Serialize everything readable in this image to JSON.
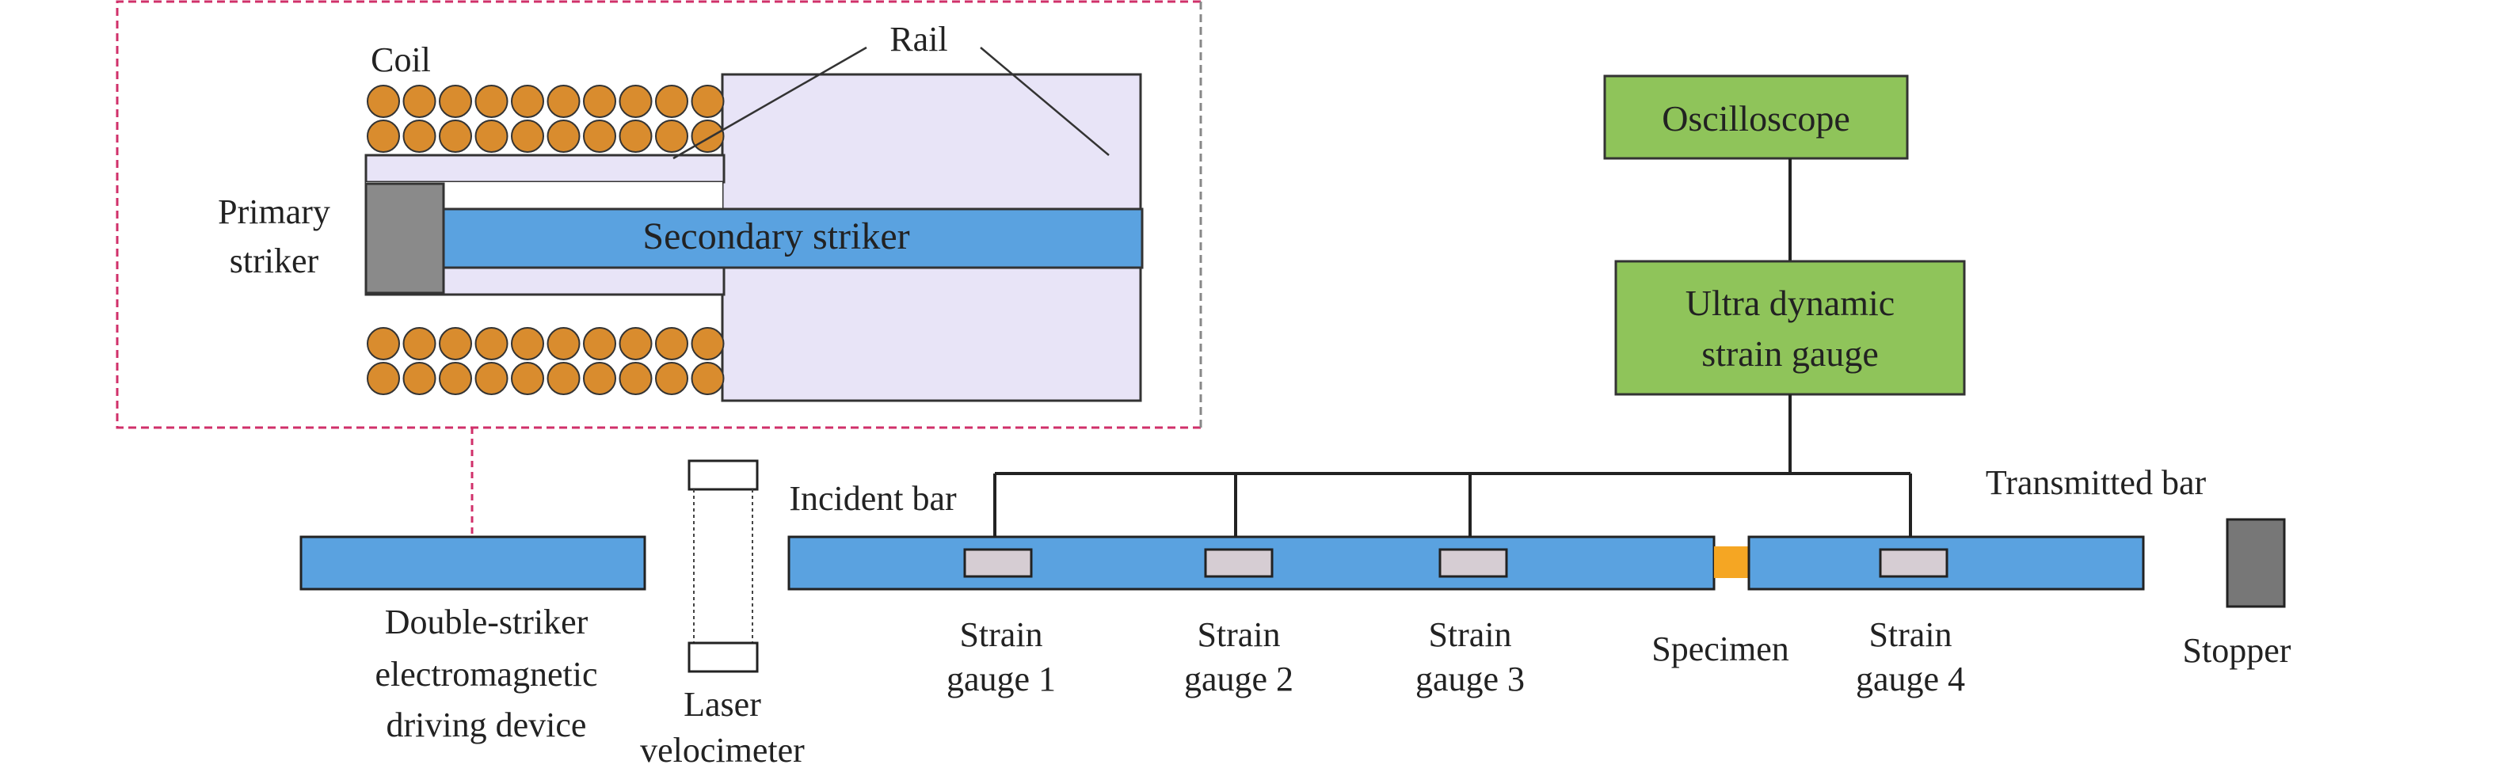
{
  "colors": {
    "bar_fill": "#5aa2e0",
    "bar_stroke": "#222222",
    "instrument_fill": "#8fc45a",
    "gauge_fill": "#d6cdd3",
    "coil_fill": "#d98c2e",
    "rail_fill": "#e8e4f7",
    "striker_primary_fill": "#8a8a8a",
    "specimen_fill": "#f5a623",
    "stopper_fill": "#777777",
    "inset_border": "#d0306a",
    "inset_border_right": "#888888"
  },
  "inset": {
    "coil_label": "Coil",
    "rail_label": "Rail",
    "primary_striker_line1": "Primary",
    "primary_striker_line2": "striker",
    "secondary_striker_label": "Secondary striker"
  },
  "instruments": {
    "oscilloscope": "Oscilloscope",
    "strain_amp_line1": "Ultra dynamic",
    "strain_amp_line2": "strain gauge"
  },
  "bars": {
    "incident_label": "Incident bar",
    "transmitted_label": "Transmitted bar",
    "specimen_label": "Specimen",
    "stopper_label": "Stopper"
  },
  "gauges": [
    {
      "line1": "Strain",
      "line2": "gauge 1"
    },
    {
      "line1": "Strain",
      "line2": "gauge 2"
    },
    {
      "line1": "Strain",
      "line2": "gauge 3"
    },
    {
      "line1": "Strain",
      "line2": "gauge 4"
    }
  ],
  "device": {
    "line1": "Double-striker",
    "line2": "electromagnetic",
    "line3": "driving device"
  },
  "velocimeter": {
    "line1": "Laser",
    "line2": "velocimeter"
  }
}
